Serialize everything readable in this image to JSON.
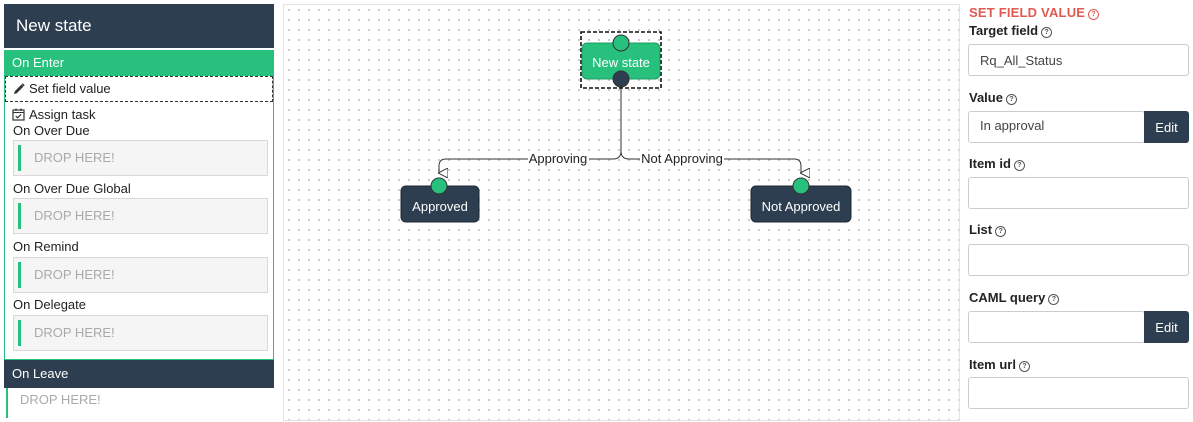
{
  "state_panel": {
    "title": "New state",
    "on_enter_label": "On Enter",
    "actions": [
      {
        "label": "Set field value",
        "icon": "pencil-icon"
      },
      {
        "label": "Assign task",
        "icon": "calendar-check-icon"
      }
    ],
    "events": [
      {
        "label": "On Over Due",
        "drop": "DROP HERE!"
      },
      {
        "label": "On Over Due Global",
        "drop": "DROP HERE!"
      },
      {
        "label": "On Remind",
        "drop": "DROP HERE!"
      },
      {
        "label": "On Delegate",
        "drop": "DROP HERE!"
      }
    ],
    "on_leave_label": "On Leave",
    "on_leave_drop": "DROP HERE!"
  },
  "workflow": {
    "nodes": [
      {
        "id": "new",
        "label": "New state",
        "color": "#27c07d"
      },
      {
        "id": "approved",
        "label": "Approved",
        "color": "#2d3e50"
      },
      {
        "id": "notapproved",
        "label": "Not Approved",
        "color": "#2d3e50"
      }
    ],
    "transitions": [
      {
        "from": "new",
        "to": "approved",
        "label": "Approving"
      },
      {
        "from": "new",
        "to": "notapproved",
        "label": "Not Approving"
      }
    ]
  },
  "properties": {
    "title": "SET FIELD VALUE",
    "target_field": {
      "label": "Target field",
      "value": "Rq_All_Status"
    },
    "value": {
      "label": "Value",
      "value": "In approval",
      "button": "Edit"
    },
    "item_id": {
      "label": "Item id",
      "value": ""
    },
    "list": {
      "label": "List",
      "value": ""
    },
    "caml_query": {
      "label": "CAML query",
      "value": "",
      "button": "Edit"
    },
    "item_url": {
      "label": "Item url",
      "value": ""
    }
  },
  "colors": {
    "accent": "#27c07d",
    "dark": "#2d3e50",
    "title_red": "#e05a52"
  }
}
